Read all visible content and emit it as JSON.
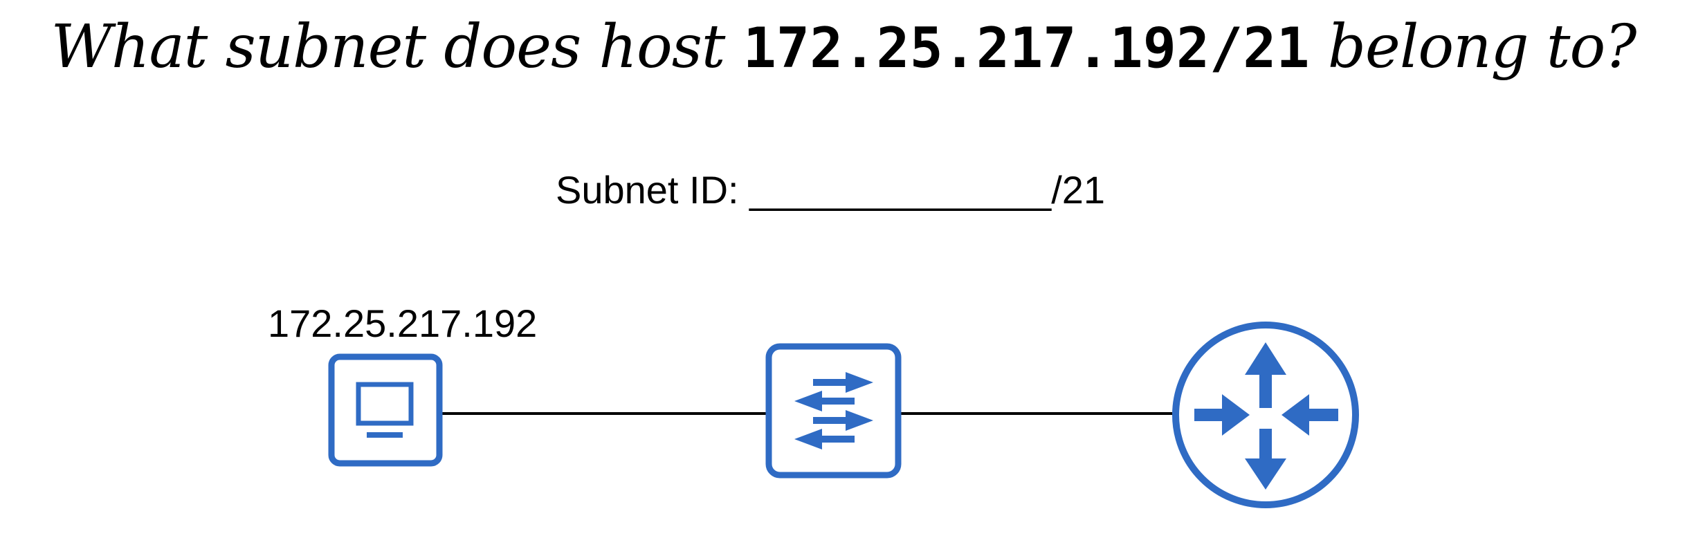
{
  "question": {
    "before": "What subnet does host ",
    "ip": "172.25.217.192/21",
    "after": " belong to?"
  },
  "answer": {
    "text": "Subnet ID: ______________/21"
  },
  "host": {
    "label": "172.25.217.192"
  },
  "devices": {
    "host": "pc-icon",
    "switch": "switch-icon",
    "router": "router-icon"
  },
  "colors": {
    "icon": "#2f6bc4",
    "link": "#000000"
  }
}
